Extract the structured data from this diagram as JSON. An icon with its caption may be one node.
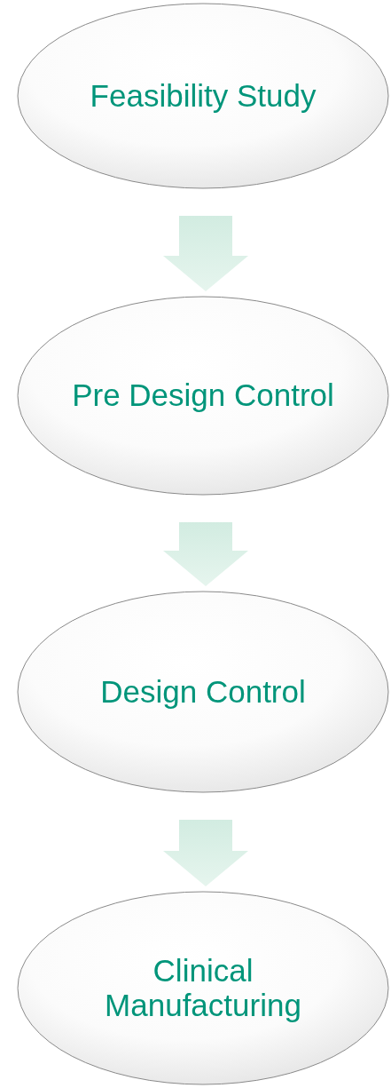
{
  "diagram": {
    "nodes": [
      {
        "text": [
          "Feasibility Study"
        ]
      },
      {
        "text": [
          "Pre Design Control"
        ]
      },
      {
        "text": [
          "Design Control"
        ]
      },
      {
        "text": [
          "Clinical Manufacturing"
        ]
      }
    ],
    "edges": [
      {
        "from": 0,
        "to": 1,
        "arrow": "to"
      },
      {
        "from": 1,
        "to": 2,
        "arrow": "to"
      },
      {
        "from": 2,
        "to": 3,
        "arrow": "to"
      }
    ]
  }
}
